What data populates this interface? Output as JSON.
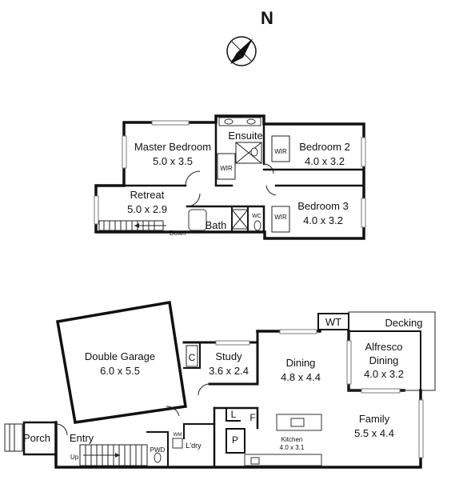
{
  "compass": {
    "label": "N",
    "icon": "north-arrow-icon"
  },
  "upper_floor": {
    "rooms": [
      {
        "name": "Master Bedroom",
        "dims": "5.0 x 3.5"
      },
      {
        "name": "Ensuite"
      },
      {
        "name": "Bedroom 2",
        "dims": "4.0 x 3.2"
      },
      {
        "name": "Retreat",
        "dims": "5.0 x 2.9"
      },
      {
        "name": "Bedroom 3",
        "dims": "4.0 x 3.2"
      },
      {
        "name": "Bath"
      }
    ],
    "small_labels": {
      "wir_master": "WIR",
      "wir_bed2": "WIR",
      "wir_bed3": "WIR",
      "wc": "WC",
      "stair_down": "Down"
    }
  },
  "ground_floor": {
    "rooms": [
      {
        "name": "Double Garage",
        "dims": "6.0 x 5.5"
      },
      {
        "name": "Study",
        "dims": "3.6 x 2.4"
      },
      {
        "name": "Dining",
        "dims": "4.8 x 4.4"
      },
      {
        "name": "Alfresco Dining",
        "name_line1": "Alfresco",
        "name_line2": "Dining",
        "dims": "4.0 x 3.2"
      },
      {
        "name": "Decking"
      },
      {
        "name": "Family",
        "dims": "5.5 x 4.4"
      },
      {
        "name": "Kitchen",
        "dims": "4.0 x 3.1"
      },
      {
        "name": "Porch"
      },
      {
        "name": "Entry"
      }
    ],
    "small_labels": {
      "wt": "WT",
      "cupboard": "C",
      "linen": "L",
      "fridge": "F",
      "pantry": "P",
      "pwd": "PWD",
      "laundry": "L'dry",
      "wm": "WM",
      "stair_up": "Up"
    }
  }
}
